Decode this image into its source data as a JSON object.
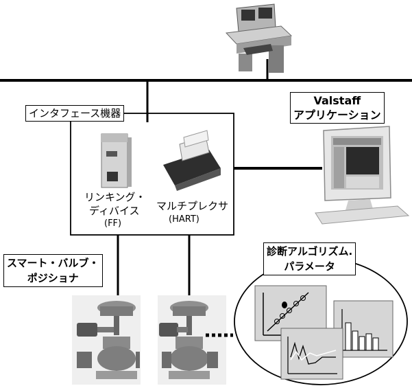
{
  "interface_box": {
    "title": "インタフェース機器"
  },
  "linking_device": {
    "line1": "リンキング・",
    "line2": "ディバイス",
    "protocol": "(FF)"
  },
  "multiplexer": {
    "name": "マルチプレクサ",
    "protocol": "(HART)"
  },
  "application": {
    "line1": "Valstaff",
    "line2": "アプリケーション"
  },
  "smart_valve": {
    "line1": "スマート・バルブ・",
    "line2": "ポジショナ"
  },
  "diagnostics": {
    "line1": "診断アルゴリズム.",
    "line2": "パラメータ"
  },
  "colors": {
    "line": "#000000",
    "device_gray": "#9a9a9a",
    "panel_gray": "#d8d8d8"
  }
}
